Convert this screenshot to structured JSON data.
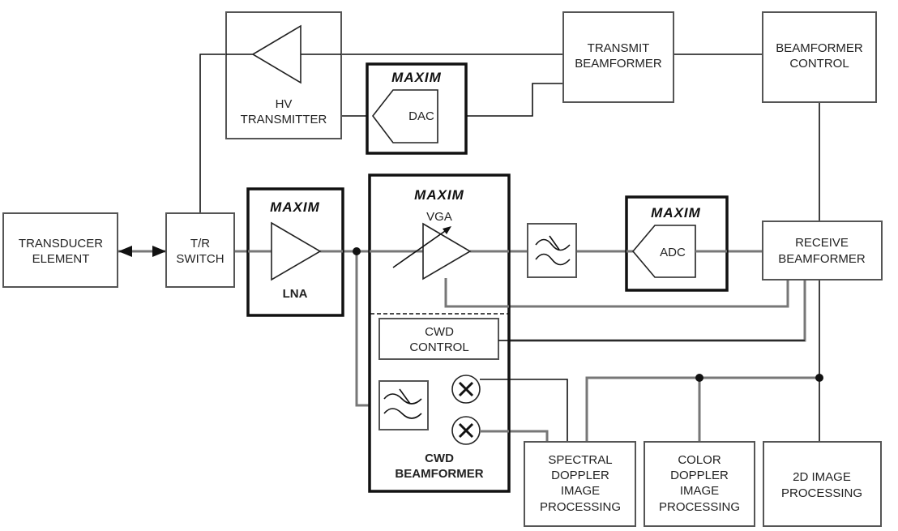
{
  "diagram": {
    "brand_logo_text": "MAXIM",
    "blocks": {
      "transducer": [
        "TRANSDUCER",
        "ELEMENT"
      ],
      "tr_switch": [
        "T/R",
        "SWITCH"
      ],
      "hv_transmitter": [
        "HV",
        "TRANSMITTER"
      ],
      "dac": "DAC",
      "transmit_beamformer": [
        "TRANSMIT",
        "BEAMFORMER"
      ],
      "beamformer_control": [
        "BEAMFORMER",
        "CONTROL"
      ],
      "lna": "LNA",
      "vga": "VGA",
      "adc": "ADC",
      "receive_beamformer": [
        "RECEIVE",
        "BEAMFORMER"
      ],
      "cwd_control": [
        "CWD",
        "CONTROL"
      ],
      "cwd_beamformer": [
        "CWD",
        "BEAMFORMER"
      ],
      "spectral_doppler": [
        "SPECTRAL",
        "DOPPLER",
        "IMAGE",
        "PROCESSING"
      ],
      "color_doppler": [
        "COLOR",
        "DOPPLER",
        "IMAGE",
        "PROCESSING"
      ],
      "image_2d": [
        "2D IMAGE",
        "PROCESSING"
      ]
    }
  }
}
